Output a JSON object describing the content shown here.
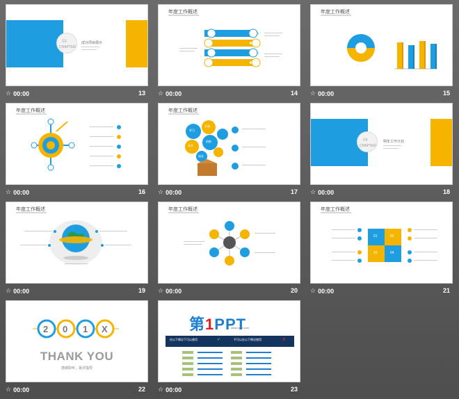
{
  "slides": [
    {
      "number": "13",
      "time": "00:00",
      "chapter_num": "03",
      "chapter_label": "CHAPTER",
      "chapter_title": "成功项目展示"
    },
    {
      "number": "14",
      "time": "00:00",
      "title": "年度工作概述"
    },
    {
      "number": "15",
      "time": "00:00",
      "title": "年度工作概述"
    },
    {
      "number": "16",
      "time": "00:00",
      "title": "年度工作概述"
    },
    {
      "number": "17",
      "time": "00:00",
      "title": "年度工作概述",
      "bubble_labels": [
        "学习",
        "交流",
        "合作",
        "创新",
        "成长"
      ]
    },
    {
      "number": "18",
      "time": "00:00",
      "chapter_num": "04",
      "chapter_label": "CHAPTER",
      "chapter_title": "明年工作计划"
    },
    {
      "number": "19",
      "time": "00:00",
      "title": "年度工作概述"
    },
    {
      "number": "20",
      "time": "00:00",
      "title": "年度工作概述"
    },
    {
      "number": "21",
      "time": "00:00",
      "title": "年度工作概述",
      "quad_labels": [
        "01",
        "02",
        "03",
        "04"
      ]
    },
    {
      "number": "22",
      "time": "00:00",
      "year_chars": [
        "2",
        "0",
        "1",
        "X"
      ],
      "thank_you": "THANK YOU",
      "thank_sub": "感谢聆听，批评指导"
    },
    {
      "number": "23",
      "time": "00:00",
      "brand_pre": "第",
      "brand_one": "1",
      "brand_post": "PPT",
      "brand_url": "www.1ppt.com",
      "bar_left": "在以下情况下可以使用",
      "bar_right": "不可以在以下情况使用"
    }
  ],
  "colors": {
    "blue": "#1e9ee0",
    "yellow": "#f5b400",
    "navy": "#13345e"
  }
}
